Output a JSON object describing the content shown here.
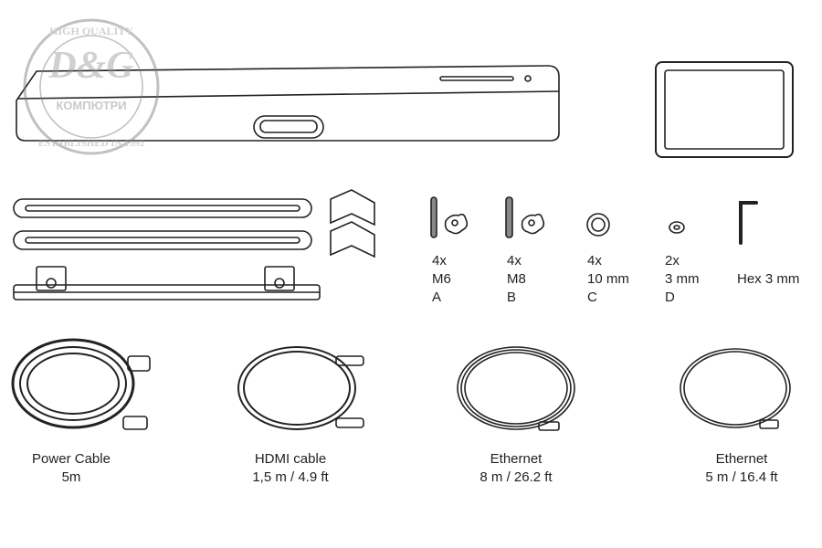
{
  "watermark": {
    "top_text": "HIGH QUALITY",
    "logo": "D&G",
    "name": "КОМПЮТРИ",
    "bottom_text": "ESTABLISHED IN 1992"
  },
  "hardware": [
    {
      "qty": "4x",
      "size": "M6",
      "letter": "A"
    },
    {
      "qty": "4x",
      "size": "M8",
      "letter": "B"
    },
    {
      "qty": "4x",
      "size": "10 mm",
      "letter": "C"
    },
    {
      "qty": "2x",
      "size": "3 mm",
      "letter": "D"
    },
    {
      "qty": "",
      "size": "Hex 3 mm",
      "letter": ""
    }
  ],
  "cables": [
    {
      "name": "Power Cable",
      "length": "5m"
    },
    {
      "name": "HDMI cable",
      "length": "1,5 m / 4.9 ft"
    },
    {
      "name": "Ethernet",
      "length": "8 m / 26.2 ft"
    },
    {
      "name": "Ethernet",
      "length": "5 m / 16.4 ft"
    }
  ]
}
